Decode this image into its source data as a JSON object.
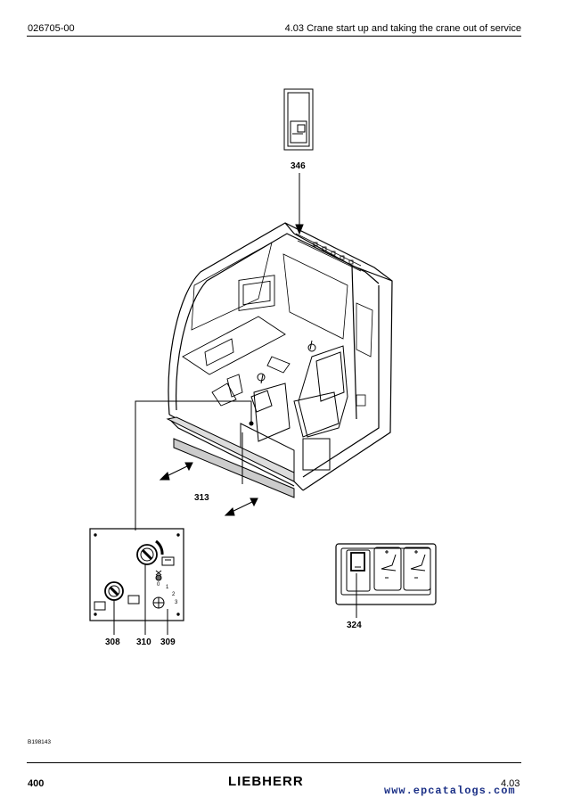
{
  "header": {
    "doc_number": "026705-00",
    "section_title": "4.03 Crane start up and taking the crane out of service"
  },
  "figure": {
    "callouts": {
      "c346": "346",
      "c313": "313",
      "c308": "308",
      "c310": "310",
      "c309": "309",
      "c324": "324"
    },
    "dial_marks": [
      "0",
      "1",
      "2",
      "3"
    ],
    "figure_id": "B198143"
  },
  "footer": {
    "page_number": "400",
    "brand": "LIEBHERR",
    "section_number": "4.03",
    "watermark": "www.epcatalogs.com"
  }
}
